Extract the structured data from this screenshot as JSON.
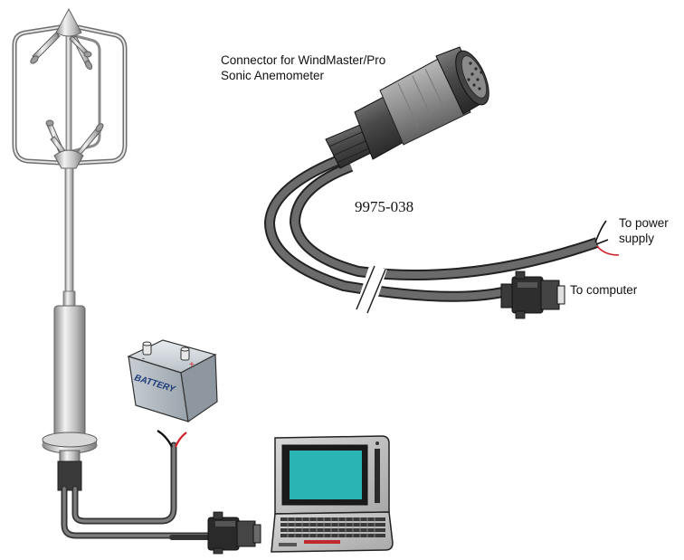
{
  "labels": {
    "connector_line1": "Connector for WindMaster/Pro",
    "connector_line2": "Sonic Anemometer",
    "part_number": "9975-038",
    "power_line1": "To power",
    "power_line2": "supply",
    "computer": "To computer",
    "battery": "BATTERY"
  },
  "colors": {
    "cable": "#3f3f3f",
    "screen": "#2ab5b3",
    "battery_body": "#cfd6dc",
    "wire_red": "#d0202a",
    "metal": "#b9b9b9"
  }
}
